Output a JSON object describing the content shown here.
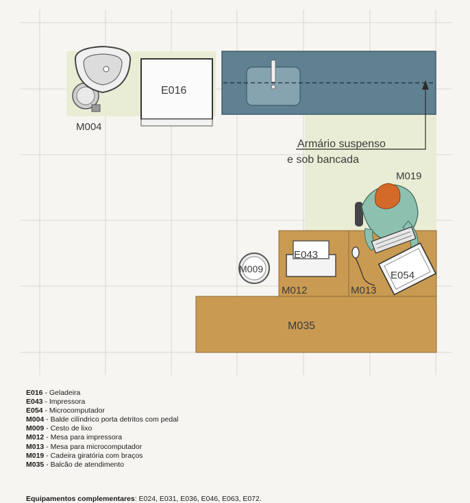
{
  "plan": {
    "annotation_line1": "Armário suspenso",
    "annotation_line2": "e sob bancada",
    "labels": {
      "E016": "E016",
      "M004": "M004",
      "M019": "M019",
      "E043": "E043",
      "M009": "M009",
      "M012": "M012",
      "M013": "M013",
      "E054": "E054",
      "M035": "M035"
    },
    "scale": {
      "ticks": [
        "0",
        "30",
        "60",
        "90",
        "120cm"
      ]
    },
    "colors": {
      "counter": "#5f8192",
      "desk": "#c99a52",
      "floor_tint": "#e8ecd2",
      "person_hair": "#d46a2a",
      "person_shirt": "#8ec0b0"
    }
  },
  "legend": [
    {
      "code": "E016",
      "desc": " - Geladeira"
    },
    {
      "code": "E043",
      "desc": " - Impressora"
    },
    {
      "code": "E054",
      "desc": " - Microcomputador"
    },
    {
      "code": "M004",
      "desc": " - Balde cilíndrico porta detritos com pedal"
    },
    {
      "code": "M009",
      "desc": " - Cesto de lixo"
    },
    {
      "code": "M012",
      "desc": " - Mesa para impressora"
    },
    {
      "code": "M013",
      "desc": " - Mesa para microcomputador"
    },
    {
      "code": "M019",
      "desc": " - Cadeira giratória com braços"
    },
    {
      "code": "M035",
      "desc": " - Balcão de atendimento"
    }
  ],
  "complementary": {
    "label": "Equipamentos complementares",
    "value": ": E024, E031, E036, E046, E063, E072."
  }
}
